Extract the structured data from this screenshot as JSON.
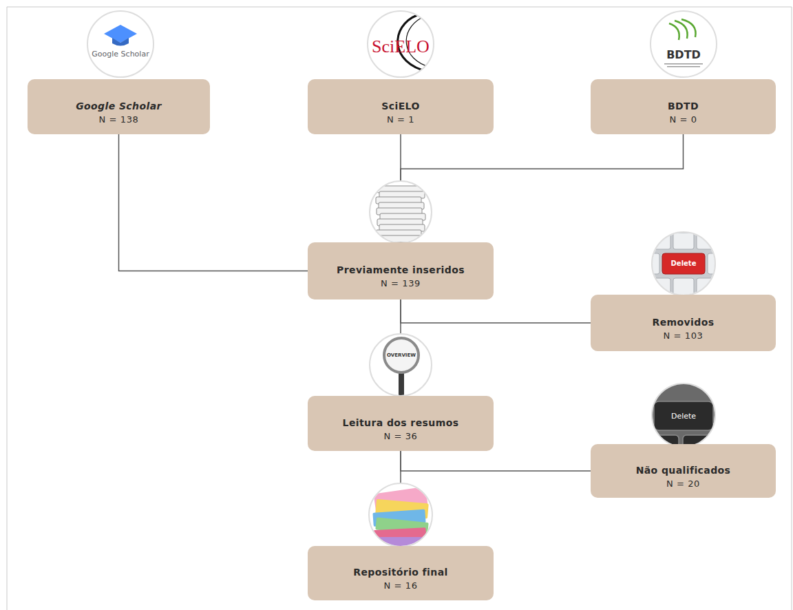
{
  "diagram": {
    "nodes": [
      {
        "text": [
          "Google Scholar",
          "N = 138"
        ]
      },
      {
        "text": [
          "SciELO",
          "N = 1"
        ]
      },
      {
        "text": [
          "BDTD",
          "N = 0"
        ]
      },
      {
        "text": [
          "Previamente inseridos",
          "N = 139"
        ]
      },
      {
        "text": [
          "Removidos",
          "N = 103"
        ]
      },
      {
        "text": [
          "Leitura dos resumos",
          "N = 36"
        ]
      },
      {
        "text": [
          "Não qualificados",
          "N = 20"
        ]
      },
      {
        "text": [
          "Repositório final",
          "N = 16"
        ]
      }
    ],
    "edges": [
      {
        "from": 0,
        "to": 3,
        "arrow": "none"
      },
      {
        "from": 1,
        "to": 3,
        "arrow": "none"
      },
      {
        "from": 2,
        "to": 3,
        "arrow": "none"
      },
      {
        "from": 3,
        "to": 5,
        "arrow": "none"
      },
      {
        "from": 3,
        "to": 4,
        "arrow": "none"
      },
      {
        "from": 5,
        "to": 7,
        "arrow": "none"
      },
      {
        "from": 5,
        "to": 6,
        "arrow": "none"
      }
    ],
    "labels": [
      "Google Scholar",
      "SciELO",
      "BDTD",
      "Delete",
      "OVERVIEW",
      "Delete"
    ]
  }
}
